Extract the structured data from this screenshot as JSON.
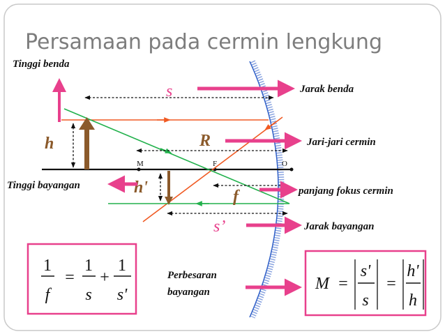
{
  "title": "Persamaan pada cermin lengkung",
  "labels": {
    "tinggi_benda": "Tinggi benda",
    "tinggi_bayangan": "Tinggi bayangan",
    "jarak_benda": "Jarak benda",
    "jari_jari": "Jari-jari cermin",
    "fokus": "panjang fokus cermin",
    "jarak_bayangan": "Jarak bayangan",
    "perbesaran_1": "Perbesaran",
    "perbesaran_2": "bayangan"
  },
  "symbols": {
    "s": "s",
    "h": "h",
    "R": "R",
    "h_prime": "h'",
    "f": "f",
    "s_prime": "s’"
  },
  "points": {
    "M": "M",
    "F": "F",
    "O": "O"
  },
  "formula_left": {
    "lhs_num": "1",
    "lhs_den": "f",
    "eq": "=",
    "t1_num": "1",
    "t1_den": "s",
    "plus": "+",
    "t2_num": "1",
    "t2_den": "s'"
  },
  "formula_right": {
    "M": "M",
    "eq1": "=",
    "num1": "s'",
    "den1": "s",
    "eq2": "=",
    "num2": "h'",
    "den2": "h"
  },
  "colors": {
    "title": "#7d7d7d",
    "pink": "#e8408c",
    "green": "#22b14c",
    "red_orange": "#f05a23",
    "brown": "#8b5a2b",
    "mirror": "#3060c8",
    "mirror_hatch": "#8aa4e0"
  }
}
